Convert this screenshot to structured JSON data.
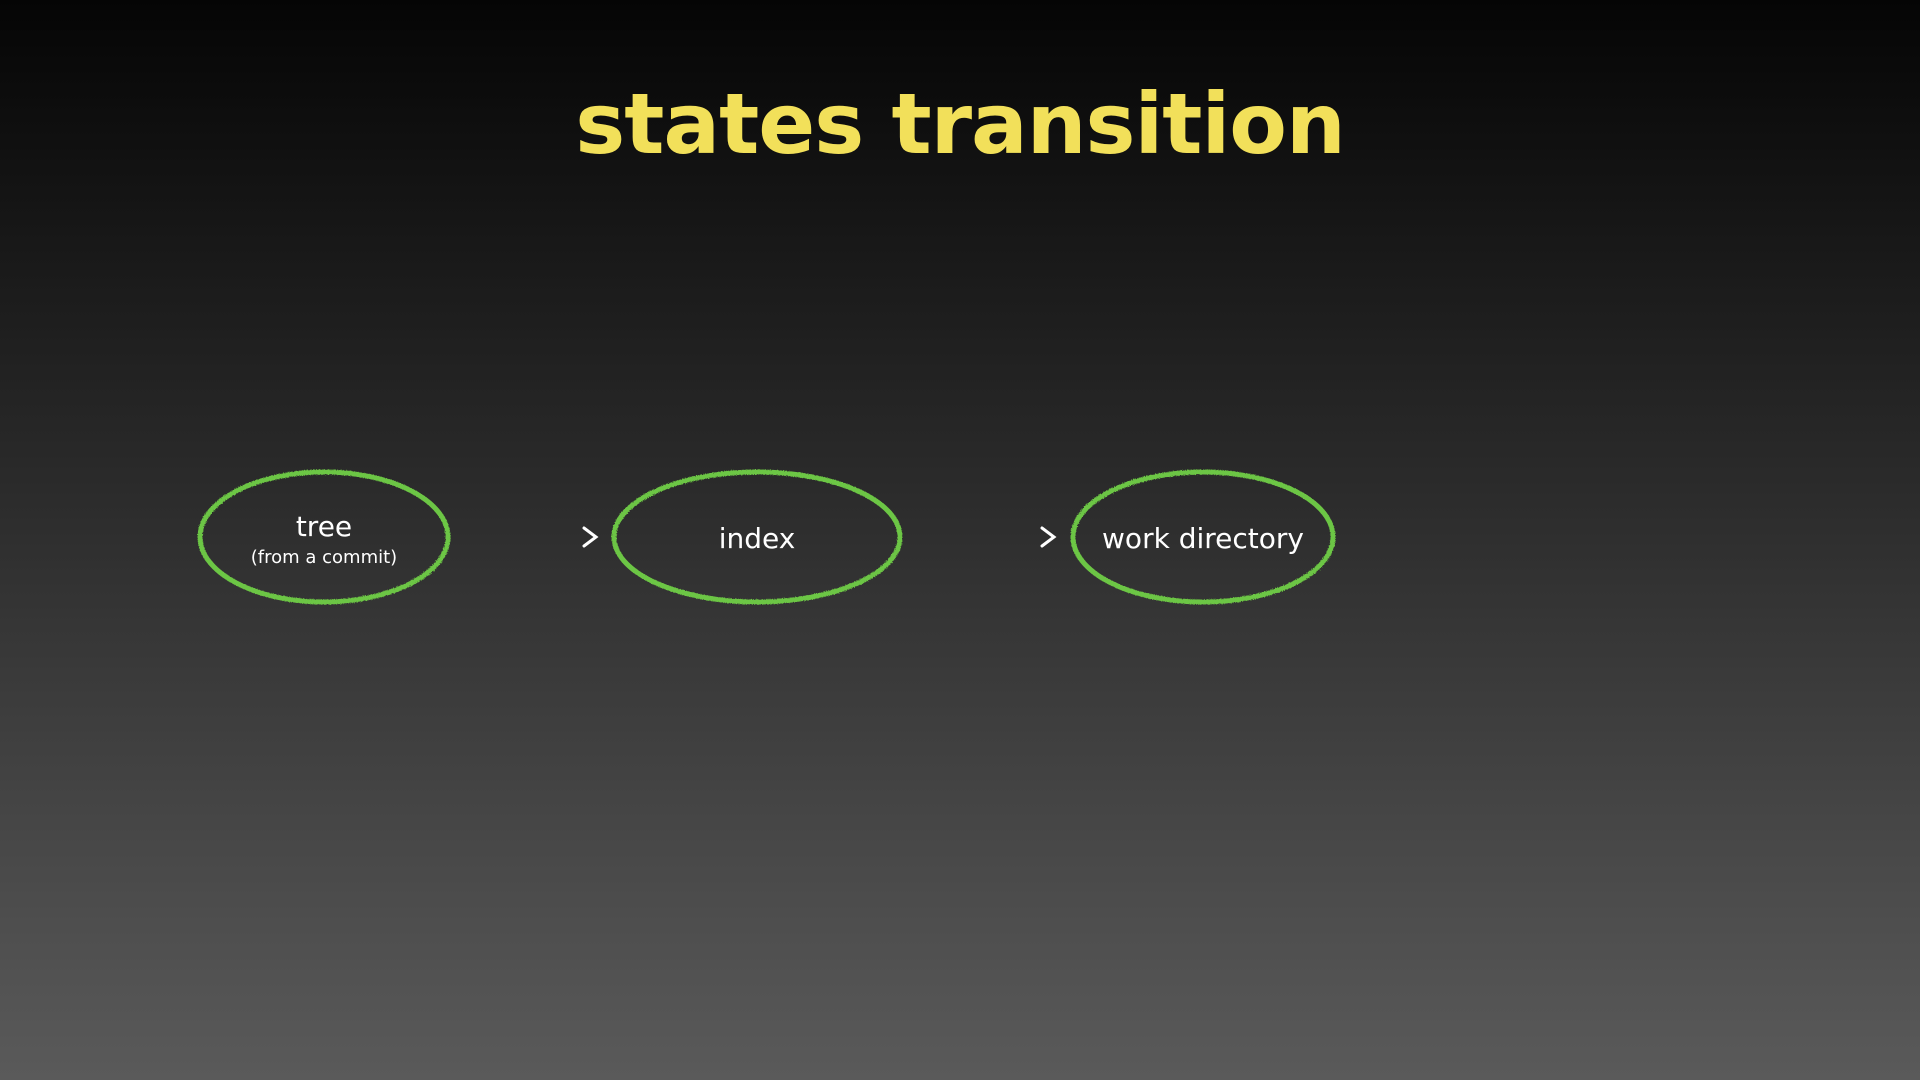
{
  "slide": {
    "title": "states transition"
  },
  "diagram": {
    "node_color": "#6cc644",
    "arrow_color": "#ffffff",
    "title_color": "#f2e05a",
    "nodes": [
      {
        "label": "tree",
        "sublabel": "(from a commit)"
      },
      {
        "label": "index"
      },
      {
        "label": "work directory"
      }
    ],
    "edges": [
      {
        "from": "tree",
        "to": "index"
      },
      {
        "from": "index",
        "to": "work directory"
      }
    ]
  }
}
